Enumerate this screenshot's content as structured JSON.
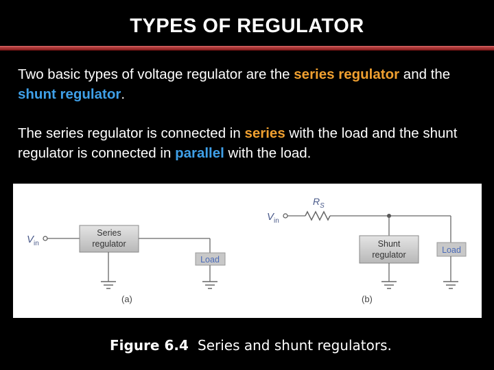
{
  "slide": {
    "title": "TYPES OF REGULATOR",
    "para1": {
      "before": "Two basic types of voltage regulator are the ",
      "series": "series regulator",
      "middle": " and the ",
      "shunt": "shunt regulator",
      "after": "."
    },
    "para2": {
      "before": "The series regulator is connected in ",
      "series": "series",
      "middle": " with the load and the shunt regulator is connected in ",
      "parallel": "parallel",
      "after": " with the load."
    },
    "colors": {
      "accent_orange": "#f0a030",
      "accent_blue": "#3fa0e8",
      "rule_red": "#a02828"
    }
  },
  "figure": {
    "a": {
      "vin": "V",
      "vin_sub": "in",
      "regulator_line1": "Series",
      "regulator_line2": "regulator",
      "load": "Load",
      "label": "(a)"
    },
    "b": {
      "vin": "V",
      "vin_sub": "in",
      "resistor": "R",
      "resistor_sub": "S",
      "regulator_line1": "Shunt",
      "regulator_line2": "regulator",
      "load": "Load",
      "label": "(b)"
    },
    "icons": [
      "ground-icon",
      "resistor-icon",
      "terminal-icon"
    ]
  },
  "caption": {
    "label": "Figure 6.4",
    "text": "Series and shunt regulators."
  }
}
